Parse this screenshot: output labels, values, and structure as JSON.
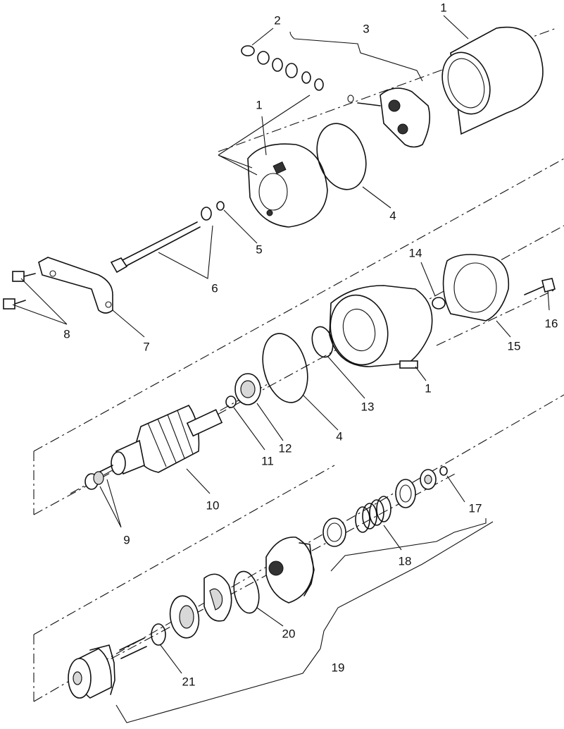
{
  "callouts": [
    {
      "id": "1",
      "text": "1"
    },
    {
      "id": "2",
      "text": "2"
    },
    {
      "id": "3",
      "text": "3"
    },
    {
      "id": "1b",
      "text": "1"
    },
    {
      "id": "4",
      "text": "4"
    },
    {
      "id": "5",
      "text": "5"
    },
    {
      "id": "6",
      "text": "6"
    },
    {
      "id": "7",
      "text": "7"
    },
    {
      "id": "8",
      "text": "8"
    },
    {
      "id": "14",
      "text": "14"
    },
    {
      "id": "16",
      "text": "16"
    },
    {
      "id": "15",
      "text": "15"
    },
    {
      "id": "1c",
      "text": "1"
    },
    {
      "id": "13",
      "text": "13"
    },
    {
      "id": "4b",
      "text": "4"
    },
    {
      "id": "12",
      "text": "12"
    },
    {
      "id": "11",
      "text": "11"
    },
    {
      "id": "10",
      "text": "10"
    },
    {
      "id": "9",
      "text": "9"
    },
    {
      "id": "17",
      "text": "17"
    },
    {
      "id": "18",
      "text": "18"
    },
    {
      "id": "20",
      "text": "20"
    },
    {
      "id": "21",
      "text": "21"
    },
    {
      "id": "19",
      "text": "19"
    }
  ]
}
